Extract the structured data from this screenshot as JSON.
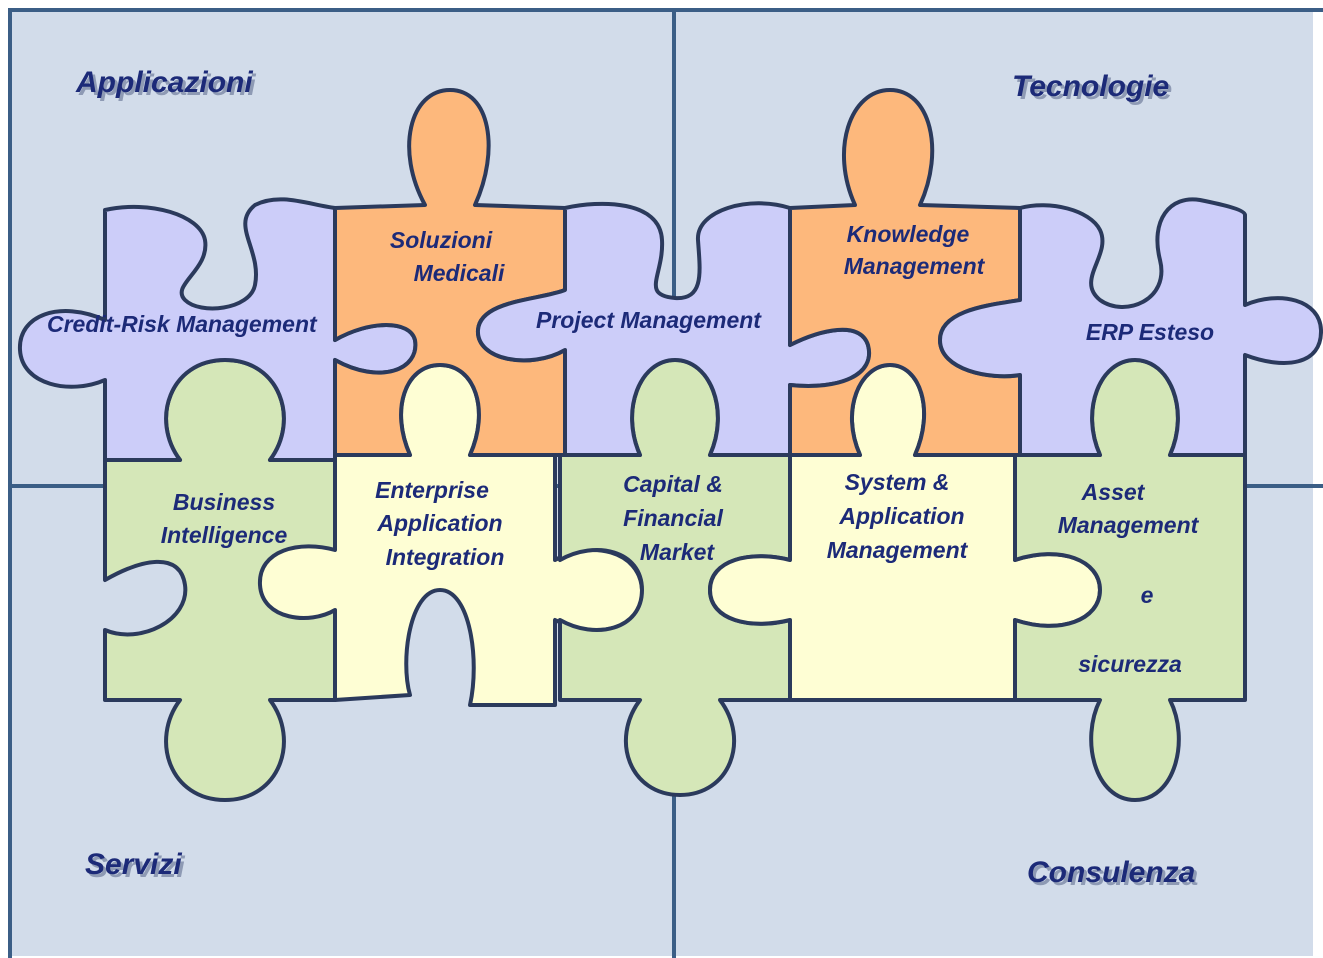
{
  "quadrants": {
    "applicazioni": "Applicazioni",
    "tecnologie": "Tecnologie",
    "servizi": "Servizi",
    "consulenza": "Consulenza"
  },
  "pieces": {
    "credit_risk": "Credit-Risk Management",
    "soluzioni_medicali": [
      "Soluzioni",
      "Medicali"
    ],
    "project_management": "Project Management",
    "knowledge_management": [
      "Knowledge",
      "Management"
    ],
    "erp_esteso": "ERP Esteso",
    "business_intelligence": [
      "Business",
      "Intelligence"
    ],
    "eai": [
      "Enterprise",
      "Application",
      "Integration"
    ],
    "capital_financial": [
      "Capital &",
      "Financial",
      "Market"
    ],
    "system_app_mgmt": [
      "System &",
      "Application",
      "Management"
    ],
    "asset_mgmt": [
      "Asset",
      "Management",
      "e",
      "sicurezza"
    ]
  },
  "colors": {
    "background": "#d2dcea",
    "grid_lines": "#3b5e86",
    "purple_piece": "#cccdf9",
    "orange_piece": "#fdb87c",
    "green_piece": "#d5e7b8",
    "yellow_piece": "#fefed4",
    "text": "#1c2a78"
  }
}
